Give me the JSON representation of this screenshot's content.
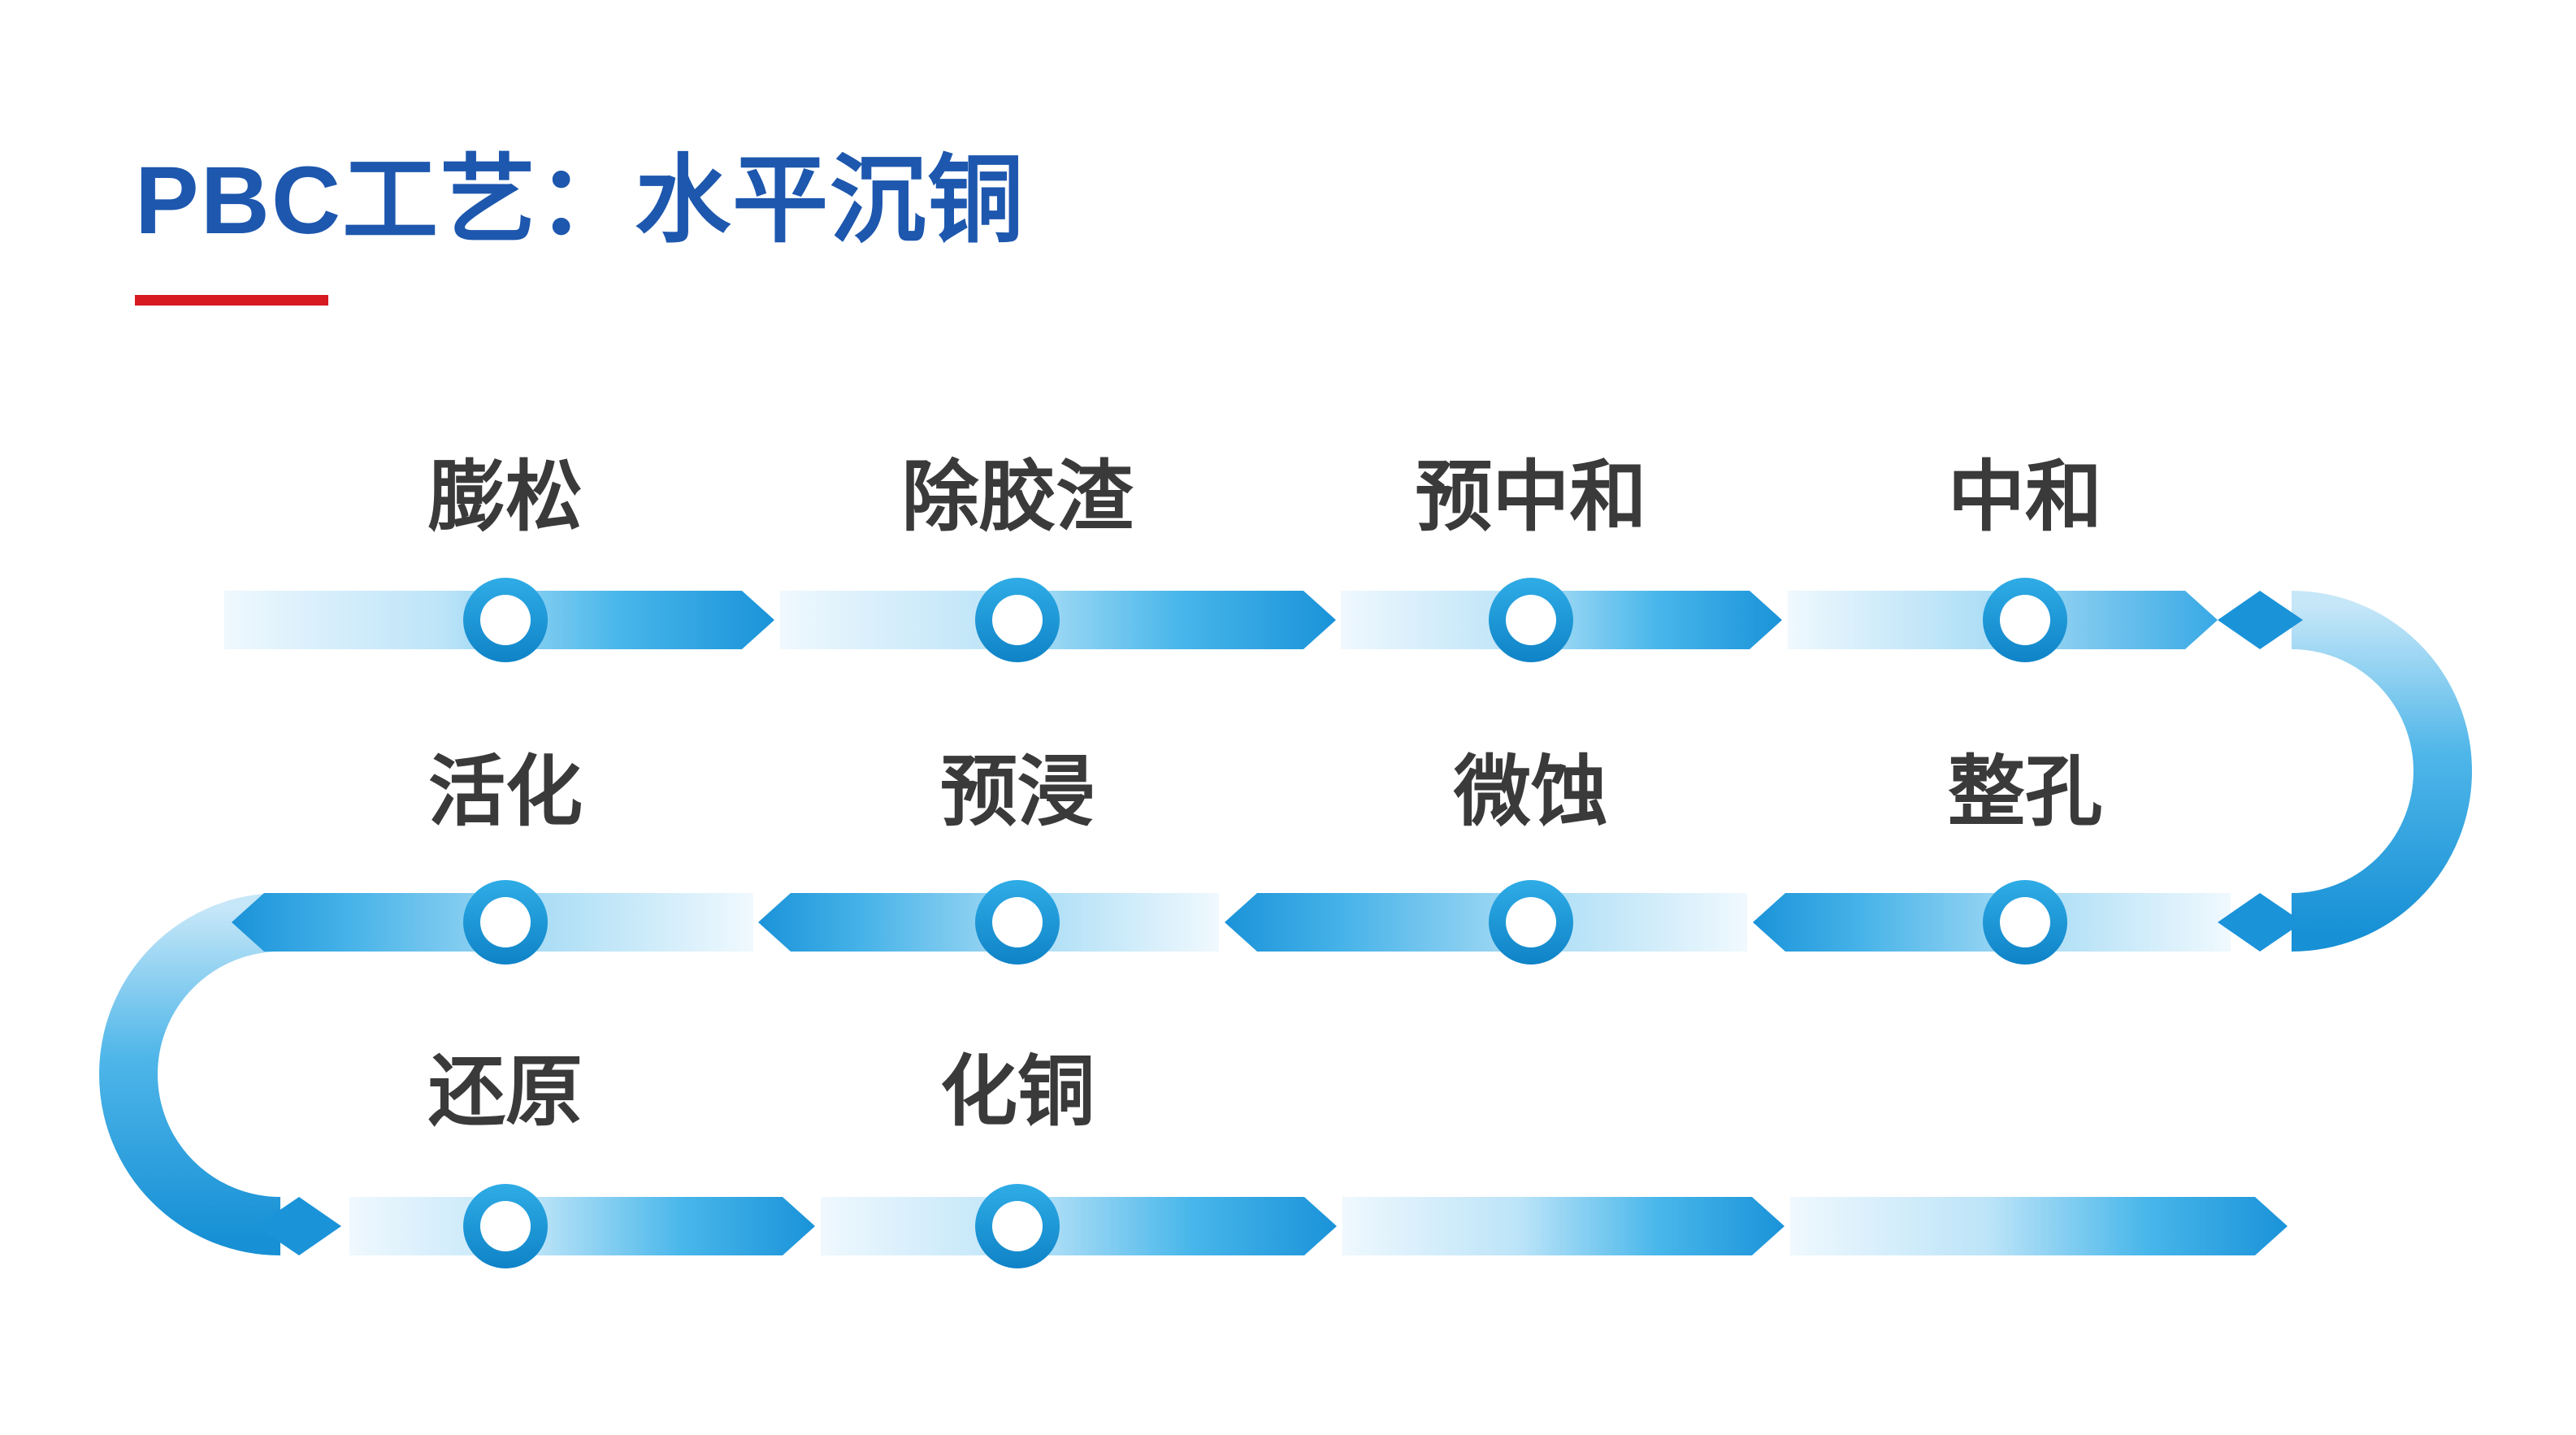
{
  "title": {
    "text": "PBC工艺：水平沉铜"
  },
  "colors": {
    "title_blue": "#1D57AE",
    "underline_red": "#D71920",
    "label_gray": "#3A3A3A",
    "band_light": "#EFF8FE",
    "band_blue": "#29A5E4",
    "band_dark": "#1B93D9",
    "ring_top": "#2FACE6",
    "ring_bottom": "#0F83C7"
  },
  "flow": {
    "rows": [
      {
        "direction": "right",
        "stations": [
          "膨松",
          "除胶渣",
          "预中和",
          "中和"
        ]
      },
      {
        "direction": "left",
        "stations": [
          "活化",
          "预浸",
          "微蚀",
          "整孔"
        ]
      },
      {
        "direction": "right",
        "stations": [
          "还原",
          "化铜"
        ]
      }
    ]
  }
}
